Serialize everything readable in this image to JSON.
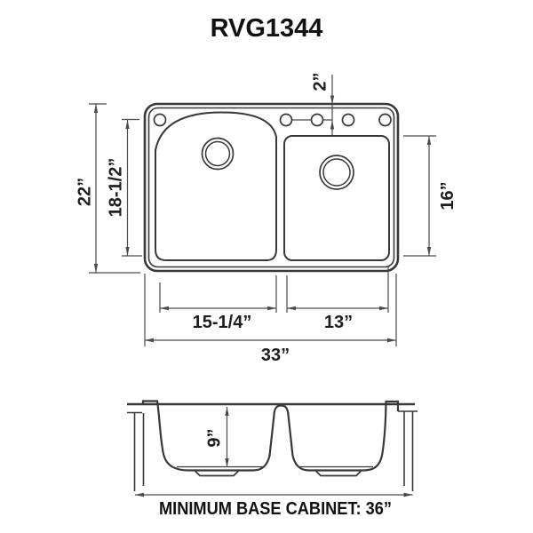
{
  "title": "RVG1344",
  "view_top": {
    "name": "sink top view",
    "faucet_hole_count": 5,
    "dims": {
      "overall_width": "33”",
      "overall_depth": "22”",
      "left_bowl_depth": "18-1/2”",
      "right_bowl_depth": "16”",
      "left_bowl_width": "15-1/4”",
      "right_bowl_width": "13”",
      "faucet_hole_offset": "2”"
    }
  },
  "view_section": {
    "name": "sink front section view",
    "dims": {
      "bowl_depth": "9”"
    },
    "note": "MINIMUM BASE CABINET: 36”"
  },
  "colors": {
    "line": "#383838",
    "dim_line": "#4a4a4a",
    "text": "#1e1e1e",
    "background": "#ffffff"
  }
}
